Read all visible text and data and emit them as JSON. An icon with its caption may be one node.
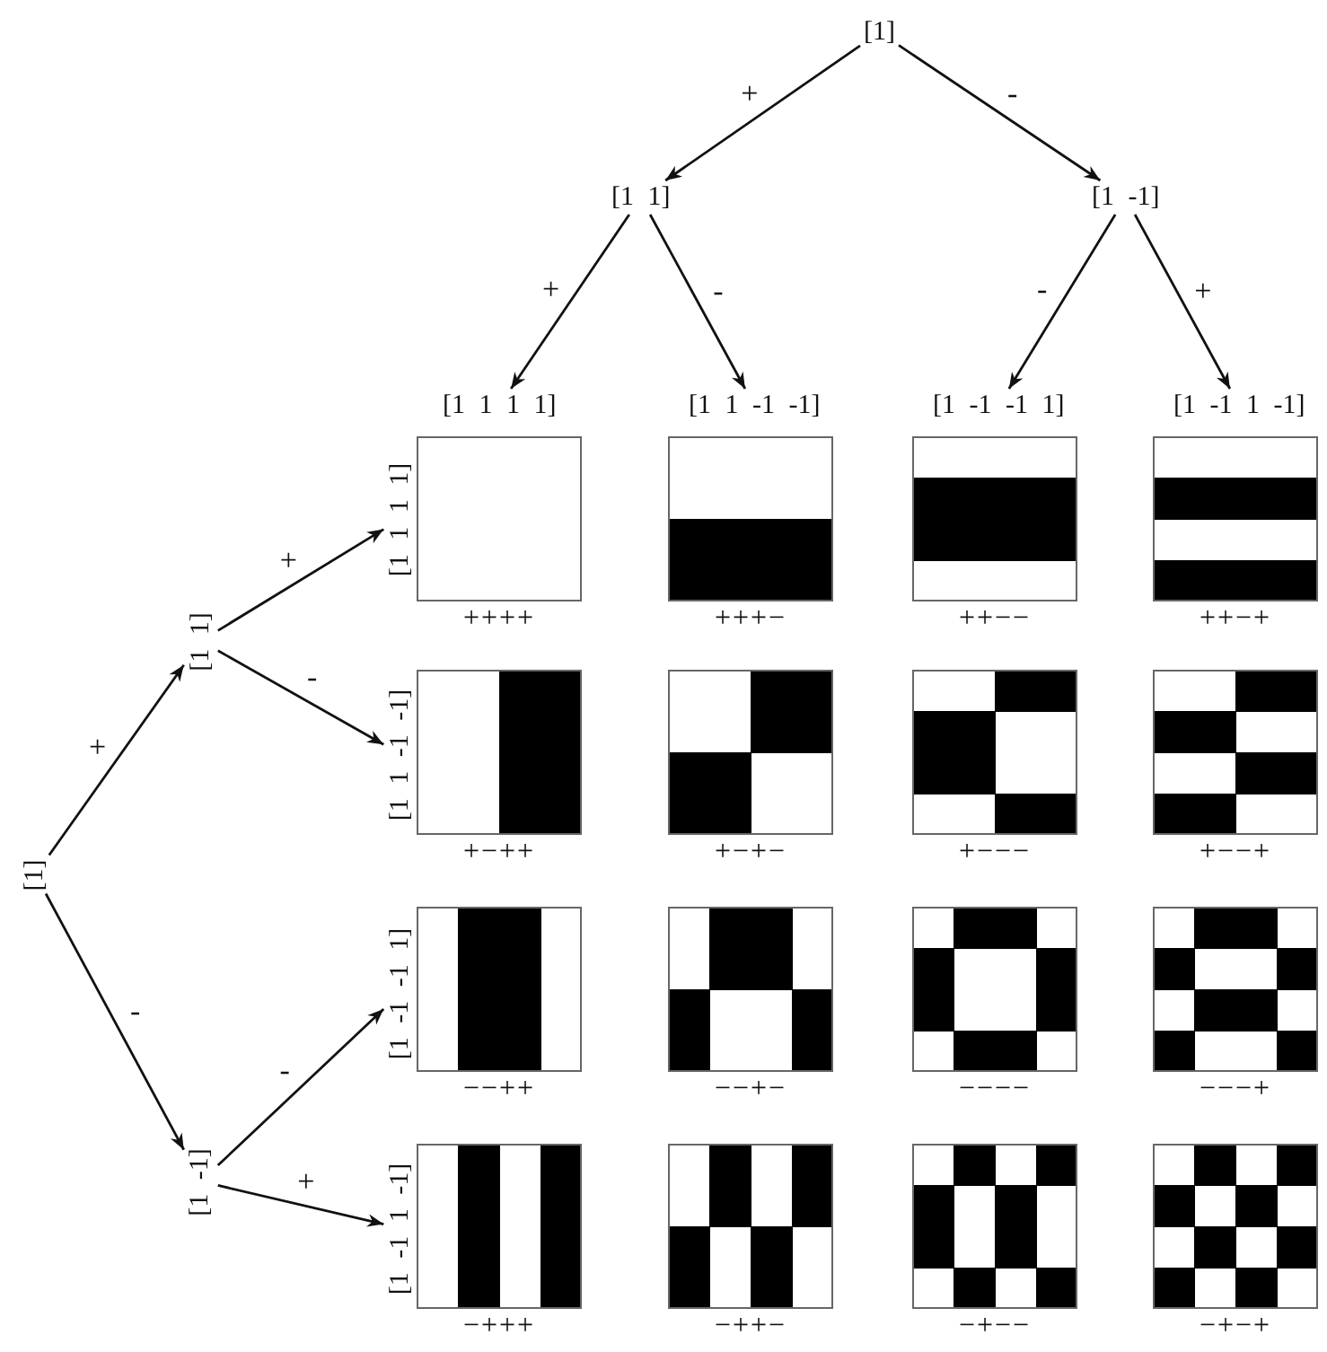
{
  "diagram": {
    "nodes": [
      {
        "text": [
          "[1]"
        ]
      },
      {
        "text": [
          "[1 1]"
        ]
      },
      {
        "text": [
          "[1 -1]"
        ]
      },
      {
        "text": [
          "[1 1 1 1]"
        ]
      },
      {
        "text": [
          "[1 1 -1 -1]"
        ]
      },
      {
        "text": [
          "[1 -1 -1 1]"
        ]
      },
      {
        "text": [
          "[1 -1 1 -1]"
        ]
      },
      {
        "text": [
          "[1]"
        ]
      },
      {
        "text": [
          "[1 1]"
        ]
      },
      {
        "text": [
          "[1 -1]"
        ]
      },
      {
        "text": [
          "[1 1 1 1]"
        ]
      },
      {
        "text": [
          "[1 1 -1 -1]"
        ]
      },
      {
        "text": [
          "[1 -1 -1 1]"
        ]
      },
      {
        "text": [
          "[1 -1 1 -1]"
        ]
      },
      {
        "text": [],
        "shape": "box",
        "beside": [
          "++++"
        ]
      },
      {
        "text": [],
        "shape": "box",
        "beside": [
          "+++−"
        ]
      },
      {
        "text": [],
        "shape": "box",
        "beside": [
          "++−−"
        ]
      },
      {
        "text": [],
        "shape": "box",
        "beside": [
          "++−+"
        ]
      },
      {
        "text": [],
        "shape": "box",
        "beside": [
          "+−++"
        ]
      },
      {
        "text": [],
        "shape": "box",
        "beside": [
          "+−+−"
        ]
      },
      {
        "text": [],
        "shape": "box",
        "beside": [
          "+−−−"
        ]
      },
      {
        "text": [],
        "shape": "box",
        "beside": [
          "+−−+"
        ]
      },
      {
        "text": [],
        "shape": "box",
        "beside": [
          "−−++"
        ]
      },
      {
        "text": [],
        "shape": "box",
        "beside": [
          "−−+−"
        ]
      },
      {
        "text": [],
        "shape": "box",
        "beside": [
          "−−−−"
        ]
      },
      {
        "text": [],
        "shape": "box",
        "beside": [
          "−−−+"
        ]
      },
      {
        "text": [],
        "shape": "box",
        "beside": [
          "−+++"
        ]
      },
      {
        "text": [],
        "shape": "box",
        "beside": [
          "−++−"
        ]
      },
      {
        "text": [],
        "shape": "box",
        "beside": [
          "−+−−"
        ]
      },
      {
        "text": [],
        "shape": "box",
        "beside": [
          "−+−+"
        ]
      }
    ],
    "edges": [
      {
        "from": 0,
        "to": 1,
        "arrow": "to",
        "label": "+"
      },
      {
        "from": 0,
        "to": 2,
        "arrow": "to",
        "label": "-"
      },
      {
        "from": 1,
        "to": 3,
        "arrow": "to",
        "label": "+"
      },
      {
        "from": 1,
        "to": 4,
        "arrow": "to",
        "label": "-"
      },
      {
        "from": 2,
        "to": 5,
        "arrow": "to",
        "label": "-"
      },
      {
        "from": 2,
        "to": 6,
        "arrow": "to",
        "label": "+"
      },
      {
        "from": 7,
        "to": 8,
        "arrow": "to",
        "label": "+"
      },
      {
        "from": 7,
        "to": 9,
        "arrow": "to",
        "label": "-"
      },
      {
        "from": 8,
        "to": 10,
        "arrow": "to",
        "label": "+"
      },
      {
        "from": 8,
        "to": 11,
        "arrow": "to",
        "label": "-"
      },
      {
        "from": 9,
        "to": 12,
        "arrow": "to",
        "label": "-"
      },
      {
        "from": 9,
        "to": 13,
        "arrow": "to",
        "label": "+"
      }
    ]
  }
}
